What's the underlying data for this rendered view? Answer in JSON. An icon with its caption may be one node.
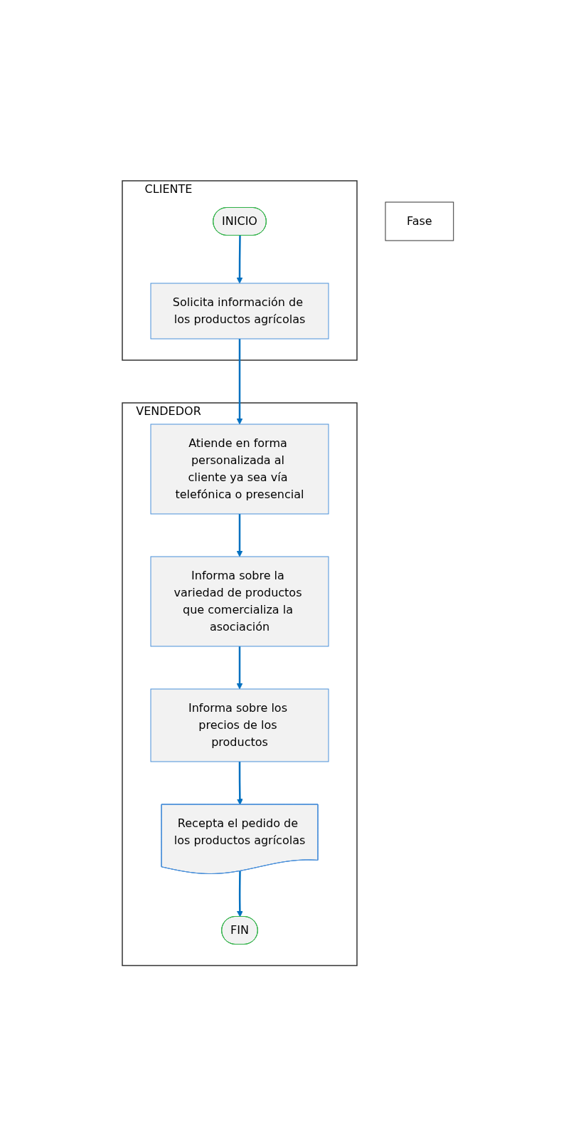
{
  "diagram": {
    "nodes": [
      {
        "text": [
          "Fase"
        ]
      },
      {
        "text": [
          "CLIENTE"
        ]
      },
      {
        "text": [
          "INICIO"
        ],
        "in": 1
      },
      {
        "text": [
          "Solicita información de los productos agrícolas"
        ],
        "in": 1
      },
      {
        "text": [
          "VENDEDOR"
        ]
      },
      {
        "text": [
          "Atiende en forma personalizada al cliente ya sea vía telefónica o presencial"
        ],
        "in": 4
      },
      {
        "text": [
          "Informa sobre la variedad de productos que comercializa la asociación"
        ],
        "in": 4
      },
      {
        "text": [
          "Informa sobre los precios de los productos"
        ],
        "in": 4
      },
      {
        "text": [
          "Recepta el pedido de los productos agrícolas"
        ],
        "in": 4
      },
      {
        "text": [
          "FIN"
        ],
        "in": 4
      }
    ],
    "edges": [
      {
        "from": 2,
        "to": 3,
        "arrow": "to"
      },
      {
        "from": 3,
        "to": 5,
        "arrow": "to"
      },
      {
        "from": 5,
        "to": 6,
        "arrow": "to"
      },
      {
        "from": 6,
        "to": 7,
        "arrow": "to"
      },
      {
        "from": 7,
        "to": 8,
        "arrow": "to"
      },
      {
        "from": 8,
        "to": 9,
        "arrow": "to"
      }
    ]
  }
}
